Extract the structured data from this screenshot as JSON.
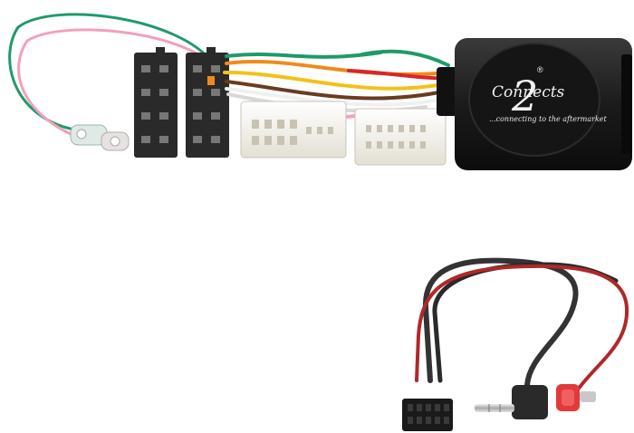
{
  "product_photo": {
    "brand": {
      "logo_numeral": "2",
      "name": "Connects",
      "registered_mark": "®",
      "tagline": "...connecting to the aftermarket"
    },
    "colors": {
      "background": "#ffffff",
      "module_body": "#1b1b1b",
      "iso_connector": "#2a2a2a",
      "oem_connector": "#f4f2ea",
      "wire_green": "#1f9a6a",
      "wire_pink": "#f2a0b8",
      "wire_red": "#d8262b",
      "wire_orange": "#f08a1c",
      "wire_yellow": "#f2c21a",
      "wire_brown": "#6b3b1e",
      "wire_white": "#f0f0f0",
      "cable_black": "#333333",
      "cable_red": "#b0282a",
      "jack_silver": "#c8c8c8",
      "spade_red": "#e23a3a"
    },
    "icons": [
      "interface-module",
      "iso-connector",
      "oem-connector",
      "spade-terminal",
      "stereo-jack",
      "ribbon-connector"
    ]
  }
}
